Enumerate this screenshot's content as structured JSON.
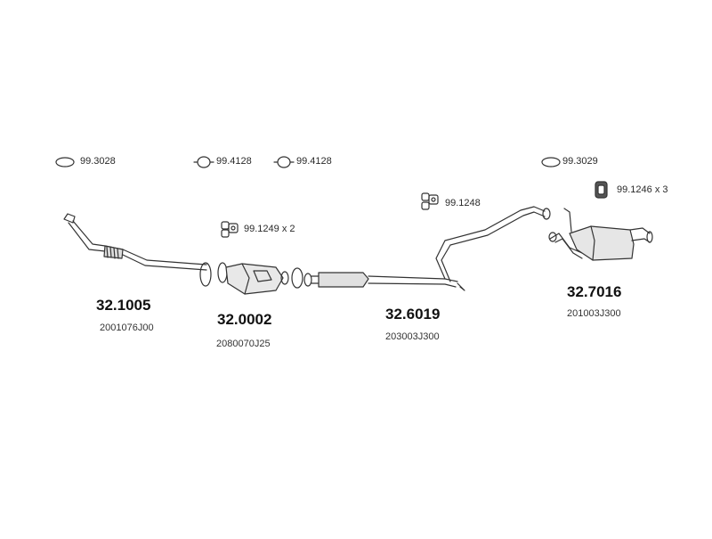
{
  "gaskets": {
    "g1": "99.3028",
    "g2": "99.4128",
    "g3": "99.4128",
    "g4": "99.3029"
  },
  "mounts": {
    "m1": "99.1249 x 2",
    "m2": "99.1248",
    "m3": "99.1246 x 3"
  },
  "sections": [
    {
      "part_number": "32.1005",
      "oem_number": "2001076J00"
    },
    {
      "part_number": "32.0002",
      "oem_number": "2080070J25"
    },
    {
      "part_number": "32.6019",
      "oem_number": "203003J300"
    },
    {
      "part_number": "32.7016",
      "oem_number": "201003J300"
    }
  ]
}
